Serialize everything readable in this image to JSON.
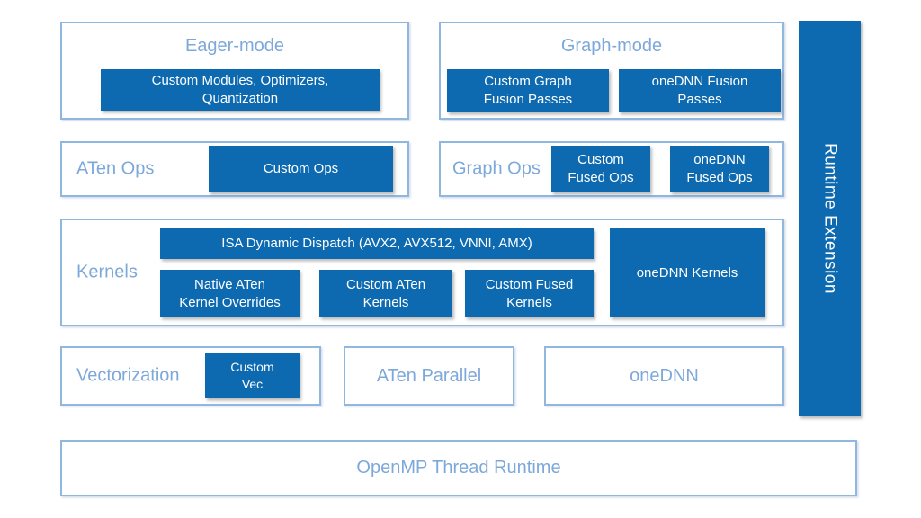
{
  "colors": {
    "fill_blue": "#0d6ab1",
    "border_blue": "#8fb7e0",
    "label_blue": "#7da8da",
    "chip_text": "#ffffff",
    "background": "#ffffff"
  },
  "eager_mode": {
    "title": "Eager-mode",
    "chip": "Custom Modules, Optimizers,\nQuantization"
  },
  "graph_mode": {
    "title": "Graph-mode",
    "chips": [
      "Custom Graph\nFusion Passes",
      "oneDNN Fusion\nPasses"
    ]
  },
  "aten_ops": {
    "title": "ATen Ops",
    "chip": "Custom Ops"
  },
  "graph_ops": {
    "title": "Graph Ops",
    "chips": [
      "Custom\nFused Ops",
      "oneDNN\nFused Ops"
    ]
  },
  "kernels": {
    "title": "Kernels",
    "dispatch_bar": "ISA Dynamic Dispatch (AVX2, AVX512, VNNI, AMX)",
    "chips": [
      "Native ATen\nKernel Overrides",
      "Custom ATen\nKernels",
      "Custom Fused\nKernels"
    ],
    "onednn_chip": "oneDNN Kernels"
  },
  "vectorization": {
    "title": "Vectorization",
    "chip": "Custom\nVec"
  },
  "aten_parallel": {
    "title": "ATen Parallel"
  },
  "onednn": {
    "title": "oneDNN"
  },
  "openmp": {
    "title": "OpenMP Thread Runtime"
  },
  "runtime_extension": {
    "title": "Runtime Extension"
  }
}
